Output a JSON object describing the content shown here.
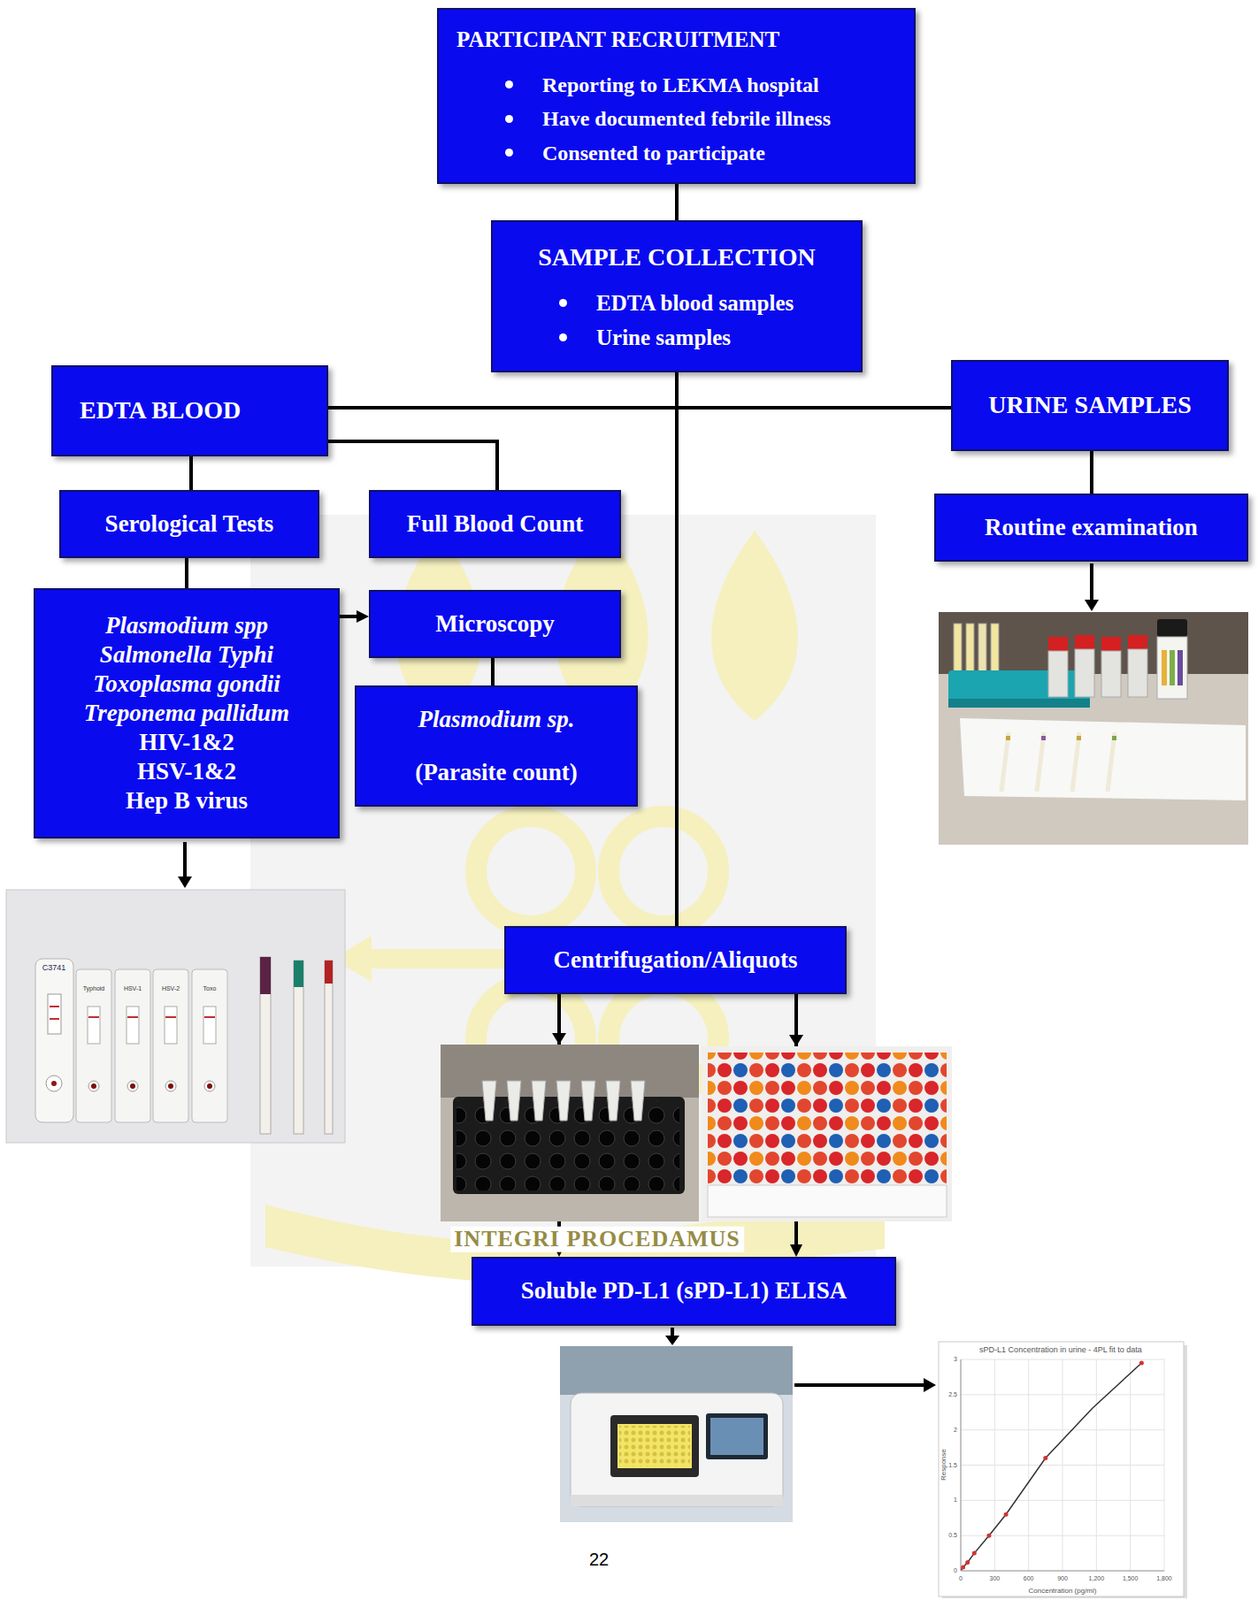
{
  "diagram": {
    "nodes": [
      {
        "text": [
          "PARTICIPANT RECRUITMENT",
          "Reporting to LEKMA hospital",
          "Have documented febrile illness",
          "Consented to participate"
        ]
      },
      {
        "text": [
          "SAMPLE COLLECTION",
          "EDTA blood samples",
          "Urine samples"
        ]
      },
      {
        "text": [
          "EDTA BLOOD"
        ]
      },
      {
        "text": [
          "URINE SAMPLES"
        ]
      },
      {
        "text": [
          "Serological Tests"
        ]
      },
      {
        "text": [
          "Full Blood Count"
        ]
      },
      {
        "text": [
          "Routine examination"
        ]
      },
      {
        "text": [
          "Plasmodium spp",
          "Salmonella Typhi",
          "Toxoplasma gondii",
          "Treponema pallidum",
          "HIV-1&2",
          "HSV-1&2",
          "Hep B virus"
        ]
      },
      {
        "text": [
          "Microscopy"
        ]
      },
      {
        "text": [
          "Plasmodium sp.",
          "(Parasite count)"
        ]
      },
      {
        "text": [
          "Centrifugation/Aliquots"
        ]
      },
      {
        "text": [
          "Soluble PD-L1 (sPD-L1) ELISA"
        ]
      }
    ],
    "edges": [
      {
        "from": 0,
        "to": 1,
        "arrow": "none"
      },
      {
        "from": 1,
        "to": 2,
        "arrow": "none"
      },
      {
        "from": 1,
        "to": 3,
        "arrow": "none"
      },
      {
        "from": 1,
        "to": 10,
        "arrow": "none"
      },
      {
        "from": 2,
        "to": 4,
        "arrow": "none"
      },
      {
        "from": 2,
        "to": 5,
        "arrow": "none"
      },
      {
        "from": 3,
        "to": 6,
        "arrow": "none"
      },
      {
        "from": 4,
        "to": 7,
        "arrow": "none"
      },
      {
        "from": 7,
        "to": 8,
        "arrow": "to"
      },
      {
        "from": 8,
        "to": 9,
        "arrow": "none"
      },
      {
        "from": 10,
        "to": 11,
        "arrow": "to"
      },
      {
        "from": 10,
        "to": 11,
        "arrow": "to"
      }
    ],
    "labels": [
      "22",
      "INTEGRI PROCEDAMUS",
      "C3741",
      "Typhoid",
      "HSV-1",
      "HSV-2",
      "Toxo",
      "sPD-L1 Concentration in urine - 4PL fit to data",
      "Response",
      "Concentration (pg/ml)",
      "0",
      "300",
      "600",
      "900",
      "1,200",
      "1,500",
      "1,800",
      "0",
      "0.5",
      "1",
      "1.5",
      "2",
      "2.5",
      "3"
    ]
  }
}
